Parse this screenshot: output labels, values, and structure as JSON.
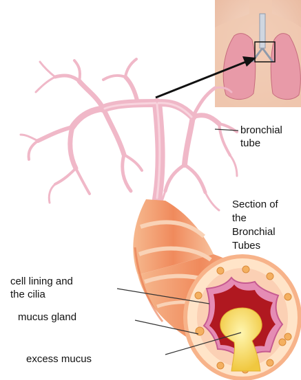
{
  "labels": {
    "bronchial_tube": [
      "bronchial",
      "tube"
    ],
    "section": [
      "Section of",
      "the",
      "Bronchial",
      "Tubes"
    ],
    "cell_lining": [
      "cell lining and",
      "the cilia"
    ],
    "mucus_gland": "mucus gland",
    "excess_mucus": "excess mucus"
  },
  "colors": {
    "bronchi": "#f0b8c8",
    "tube_outer": "#f2a07a",
    "tube_ring": "#ffe4c8",
    "lumen": "#b01820",
    "mucus": "#f5dc60",
    "torso": "#f2d0bc",
    "lung": "#e89aa8"
  }
}
